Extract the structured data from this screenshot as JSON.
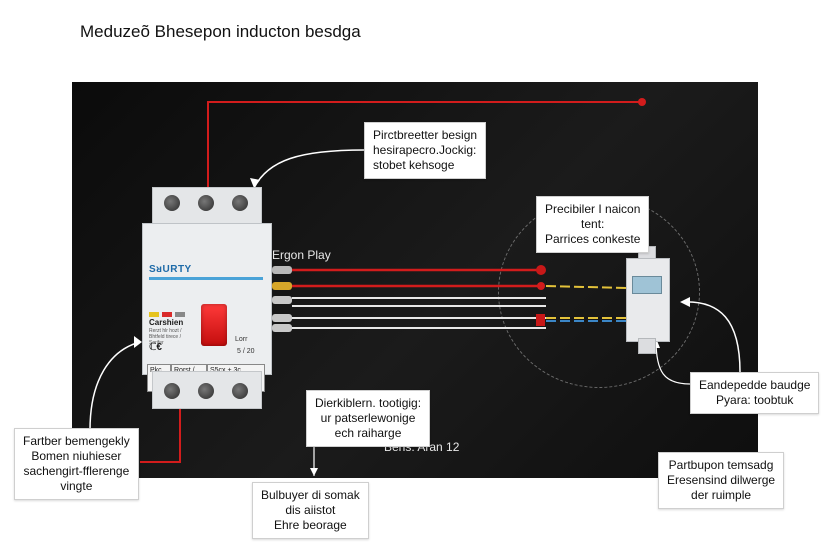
{
  "title": "Meduzeõ Bhesepon inducton besdga",
  "breaker": {
    "brand": "SᴚURTY",
    "name": "Carshien",
    "fine_print": "Rerzt hlr hozt / Bhtfeld tirece / Sorifer",
    "ce_mark": "ℂ€",
    "cell1": "Pkc",
    "cell2": "Rorst / Fattlet",
    "cell3": "S5cx + 3c",
    "right_top": "Lorr",
    "right_mid": "5 / 20",
    "icon_name": "circuit-breaker-icon"
  },
  "label_ergon": "Ergon Play",
  "label_bens": "Bens: Aran 12",
  "callouts": {
    "top_center": [
      "Pirctbreetter besign",
      "hesirapecro.Jockig:",
      "stobet kehsoge"
    ],
    "top_right": [
      "Precibiler I naicon",
      "tent:",
      "Parrices conkeste"
    ],
    "left_bottom": [
      "Fartber bemengekly",
      "Bomen niuhieser",
      "sachengirt-fflerenge",
      "vingte"
    ],
    "center_mid": [
      "Dierkiblern. tootigig:",
      "ur patserlewonige",
      "ech raiharge"
    ],
    "center_bottom": [
      "Bulbuyer di somak",
      "dis aiistot",
      "Ehre beorage"
    ],
    "right_mid": [
      "Eandepedde baudge",
      "Pyara: toobtuk"
    ],
    "right_bottom": [
      "Partbupon temsadg",
      "Eresensind dilwerge",
      "der ruimple"
    ]
  },
  "colors": {
    "panel": "#141414",
    "live_wire": "#d21c1c",
    "neutral_wire": "#e8e8e8",
    "breaker_switch": "#e51b1b",
    "meter_screen": "#9fc3d6",
    "arrow": "#ffffff"
  }
}
